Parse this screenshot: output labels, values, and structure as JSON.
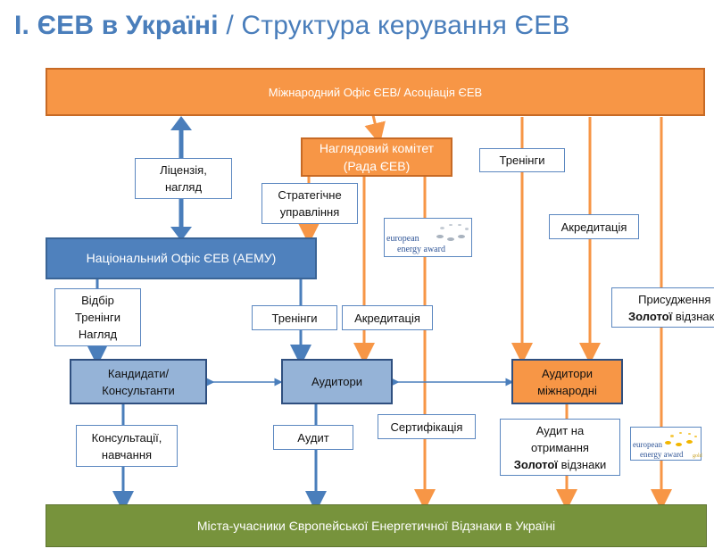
{
  "title": {
    "bold_part": "I. ЄЕВ в Україні",
    "separator": " / ",
    "regular_part": "Структура керування ЄЕВ"
  },
  "nodes": {
    "international_office": "Міжнародний Офіс ЄЕВ/ Асоціація ЄЕВ",
    "supervisory_committee_line1": "Наглядовий комітет",
    "supervisory_committee_line2": "(Рада ЄЕВ)",
    "national_office": "Національний Офіс ЄЕВ (АЕМУ)",
    "candidates_line1": "Кандидати/",
    "candidates_line2": "Консультанти",
    "auditors": "Аудитори",
    "intl_auditors_line1": "Аудитори",
    "intl_auditors_line2": "міжнародні",
    "cities": "Міста-учасники Європейської Енергетичної Відзнаки в Україні"
  },
  "labels": {
    "license_line1": "Ліцензія,",
    "license_line2": "нагляд",
    "strategic_line1": "Стратегічне",
    "strategic_line2": "управління",
    "trainings_top": "Тренінги",
    "accreditation_top": "Акредитація",
    "selection_line1": "Відбір",
    "selection_line2": "Тренінги",
    "selection_line3": "Нагляд",
    "trainings_mid": "Тренінги",
    "accreditation_mid": "Акредитація",
    "gold_award_line1": "Присудження",
    "gold_award_bold": "Золотої",
    "gold_award_rest": " відзнаки",
    "consulting_line1": "Консультації,",
    "consulting_line2": "навчання",
    "audit": "Аудит",
    "certification": "Сертифікація",
    "gold_audit_line1": "Аудит на",
    "gold_audit_line2": "отримання",
    "gold_audit_bold": "Золотої",
    "gold_audit_rest": " відзнаки"
  },
  "logos": {
    "logo1_word1": "european",
    "logo1_word2": "energy award",
    "logo2_word1": "european",
    "logo2_word2": "energy award",
    "logo2_year": "gold"
  },
  "colors": {
    "title": "#4a7ebb",
    "orange": "#f79646",
    "blue_dark": "#4f81bd",
    "blue_light": "#95b3d7",
    "green": "#77933c",
    "line_blue": "#4a7ebb",
    "line_orange": "#f79646"
  }
}
